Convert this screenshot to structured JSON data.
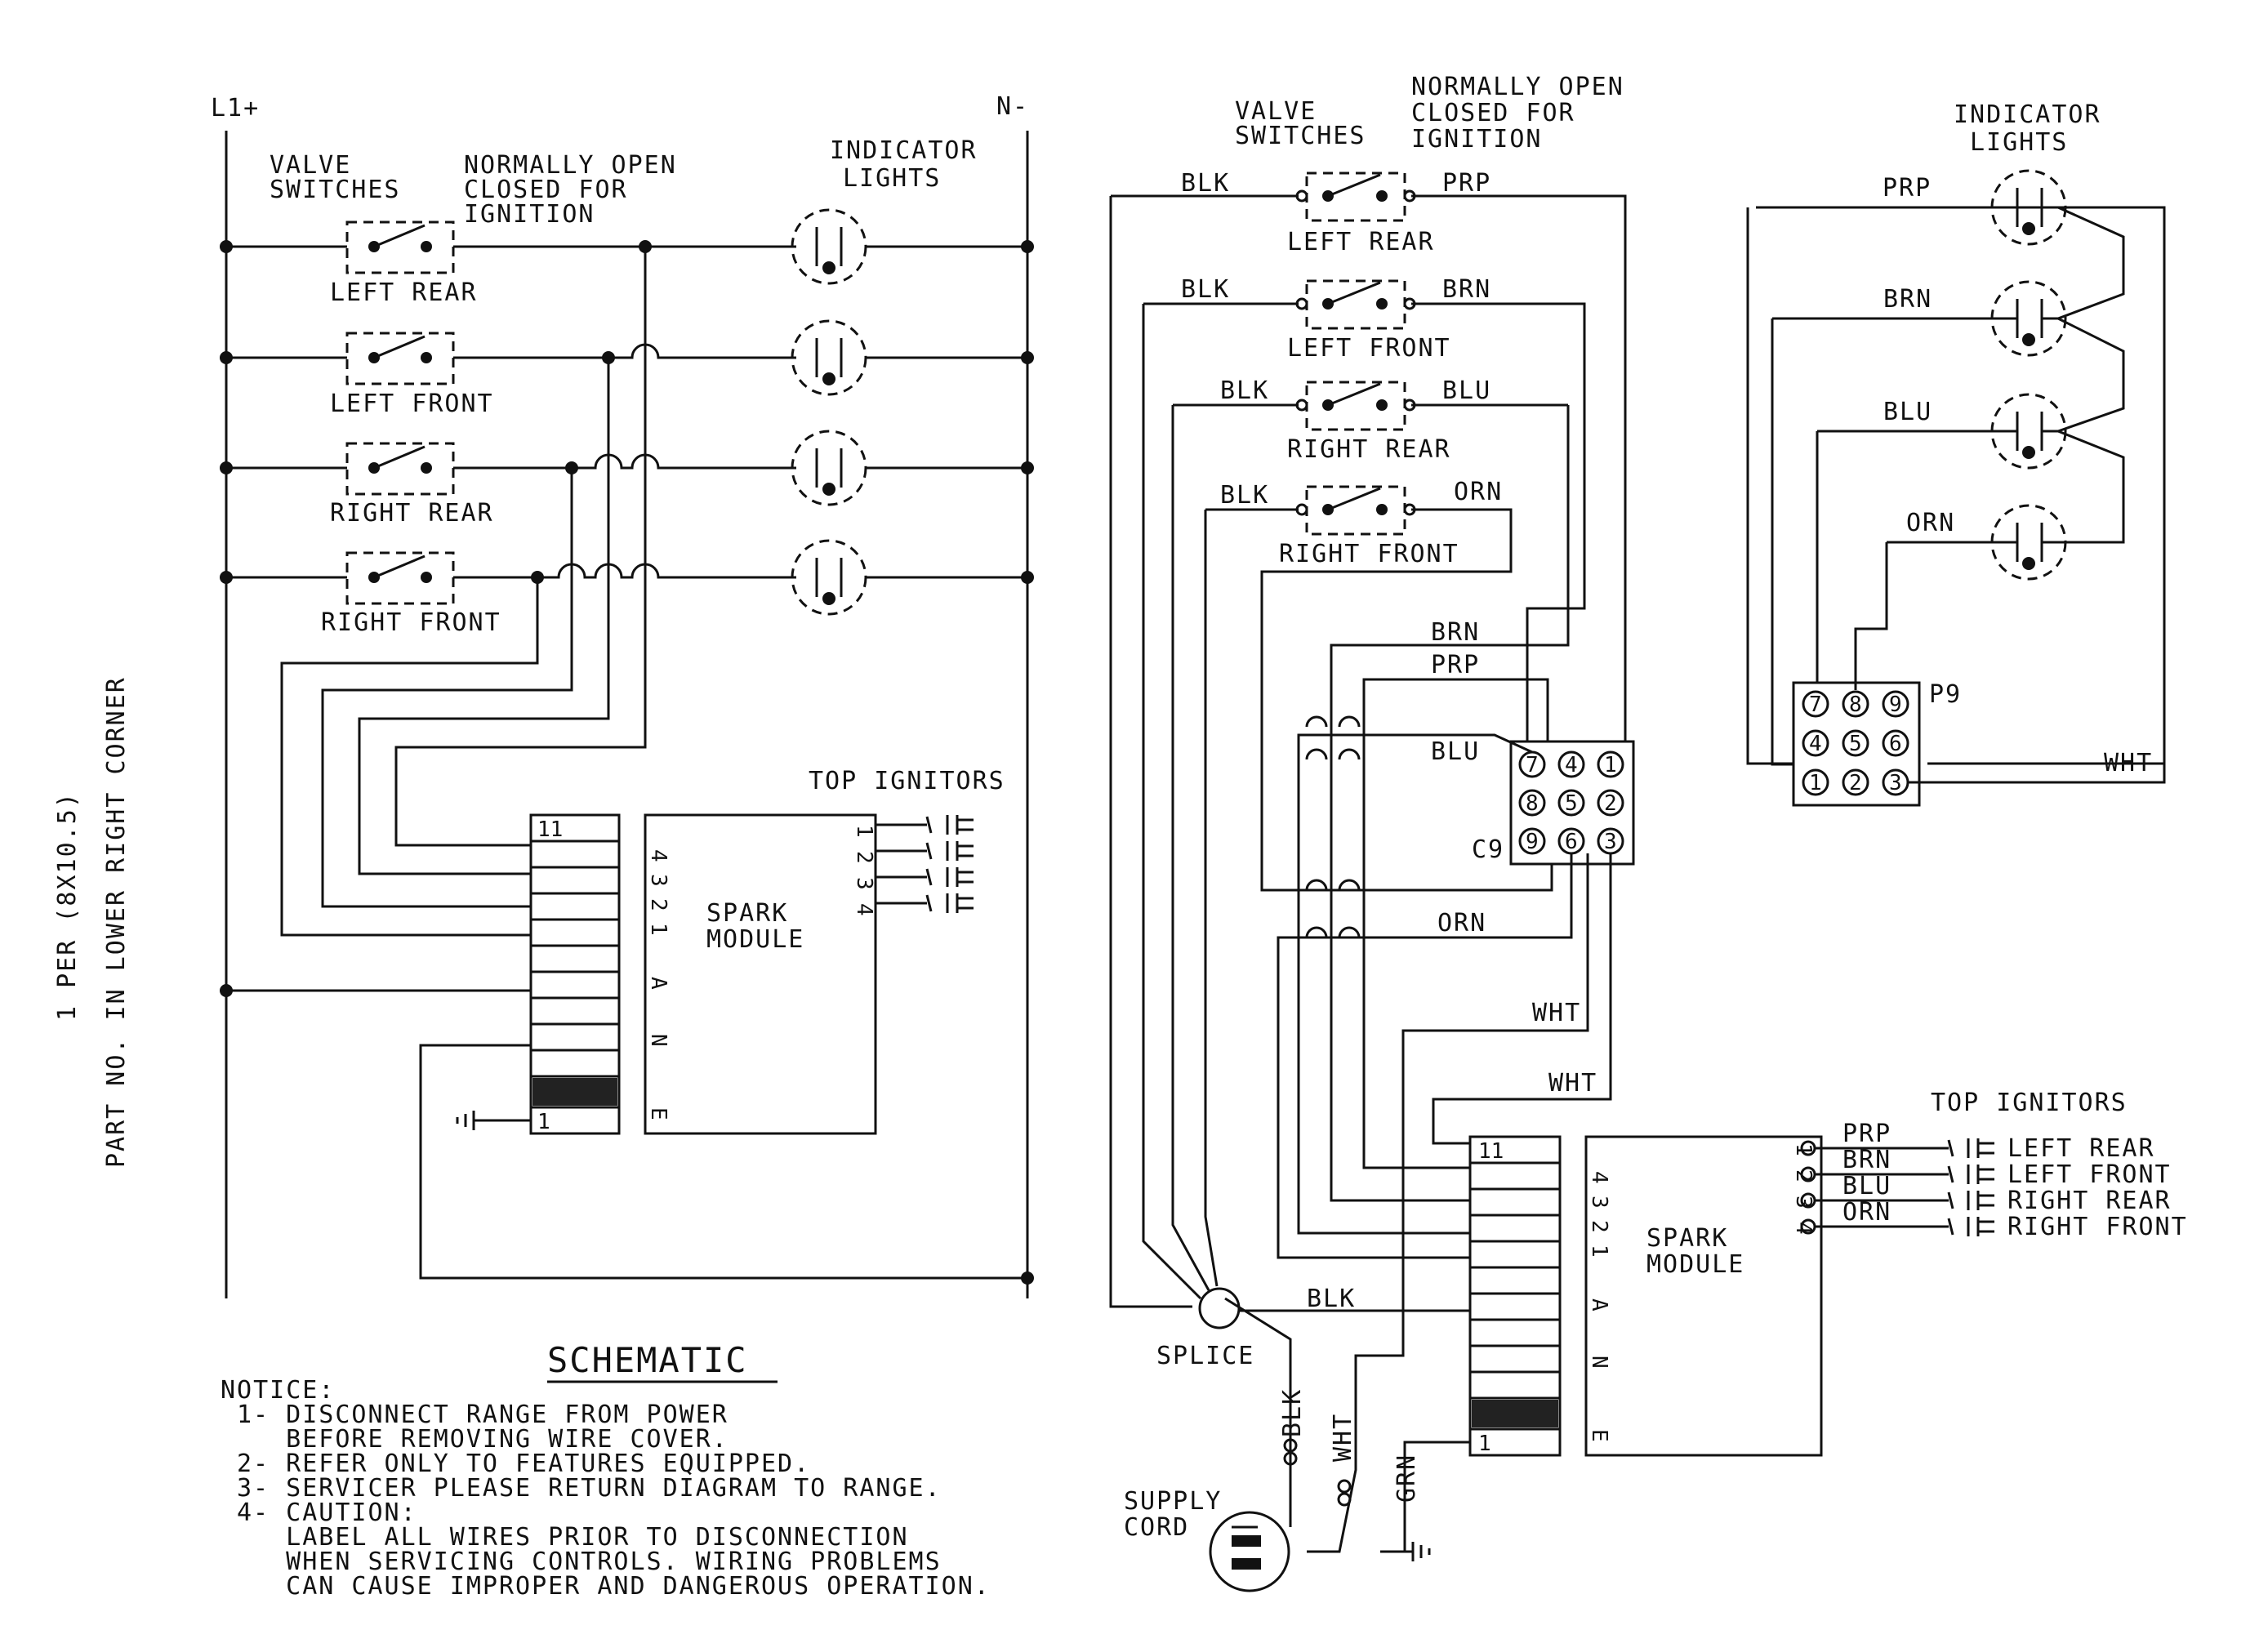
{
  "left": {
    "l1": "L1+",
    "n": "N-",
    "valve_switches": [
      "VALVE",
      "SWITCHES"
    ],
    "normally_open": [
      "NORMALLY OPEN",
      "CLOSED FOR",
      "IGNITION"
    ],
    "indicator_lights": [
      "INDICATOR",
      "LIGHTS"
    ],
    "switches": [
      "LEFT REAR",
      "LEFT FRONT",
      "RIGHT REAR",
      "RIGHT FRONT"
    ],
    "top_ignitors": "TOP IGNITORS",
    "spark_module": [
      "SPARK",
      "MODULE"
    ],
    "module_pins": [
      "1",
      "2",
      "3",
      "4"
    ],
    "module_side": [
      "4",
      "3",
      "2",
      "1",
      "A",
      "N",
      "E"
    ],
    "terminal_top": "11",
    "terminal_bottom": "1",
    "schematic": "SCHEMATIC"
  },
  "side_text": {
    "line1": "1 PER (8X10.5)",
    "line2": "PART NO. IN LOWER RIGHT CORNER"
  },
  "notice": {
    "title": "NOTICE:",
    "lines": [
      "1- DISCONNECT RANGE FROM POWER",
      "   BEFORE REMOVING WIRE COVER.",
      "2- REFER ONLY TO FEATURES EQUIPPED.",
      "3- SERVICER PLEASE RETURN DIAGRAM TO RANGE.",
      "4- CAUTION:",
      "   LABEL ALL WIRES PRIOR TO DISCONNECTION",
      "   WHEN SERVICING CONTROLS. WIRING PROBLEMS",
      "   CAN CAUSE IMPROPER AND DANGEROUS OPERATION."
    ]
  },
  "right": {
    "valve_switches": [
      "VALVE",
      "SWITCHES"
    ],
    "normally_open": [
      "NORMALLY OPEN",
      "CLOSED FOR",
      "IGNITION"
    ],
    "indicator_lights": [
      "INDICATOR",
      "LIGHTS"
    ],
    "switch_names": [
      "LEFT REAR",
      "LEFT FRONT",
      "RIGHT REAR",
      "RIGHT FRONT"
    ],
    "blk": "BLK",
    "switch_out": [
      "PRP",
      "BRN",
      "BLU",
      "ORN"
    ],
    "light_wires": [
      "PRP",
      "BRN",
      "BLU",
      "ORN"
    ],
    "c9": "C9",
    "p9": "P9",
    "c9_pins": [
      "7",
      "4",
      "1",
      "8",
      "5",
      "2",
      "9",
      "6",
      "3"
    ],
    "p9_pins": [
      "7",
      "8",
      "9",
      "4",
      "5",
      "6",
      "1",
      "2",
      "3"
    ],
    "c9_wires": [
      "BRN",
      "PRP",
      "BLU",
      "ORN"
    ],
    "wht": "WHT",
    "splice": "SPLICE",
    "supply_cord": [
      "SUPPLY",
      "CORD"
    ],
    "cord_wires": [
      "BLK",
      "WHT",
      "GRN"
    ],
    "top_ignitors": "TOP IGNITORS",
    "spark_module": [
      "SPARK",
      "MODULE"
    ],
    "module_pins": [
      "1",
      "2",
      "3",
      "4"
    ],
    "module_side": [
      "4",
      "3",
      "2",
      "1",
      "A",
      "N",
      "E"
    ],
    "ignitor_wires": [
      "PRP",
      "BRN",
      "BLU",
      "ORN"
    ],
    "ignitor_names": [
      "LEFT REAR",
      "LEFT FRONT",
      "RIGHT REAR",
      "RIGHT FRONT"
    ],
    "terminal_top": "11",
    "terminal_bottom": "1"
  }
}
